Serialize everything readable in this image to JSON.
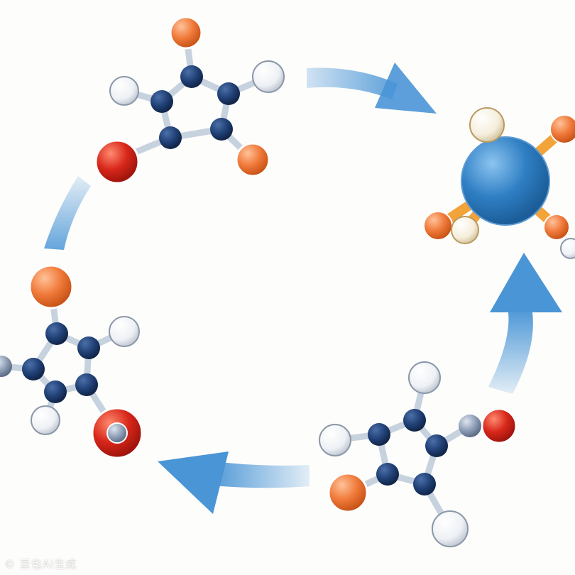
{
  "diagram": {
    "type": "reaction-cycle",
    "direction": "clockwise",
    "stages": 4,
    "colors": {
      "background": "#fdfdfb",
      "arrow": "#4a95d6",
      "ring_atom": "#1f3f74",
      "bond": "#c7d2df",
      "h_atom": "#eef1f5",
      "orange_atom": "#f07a3a",
      "red_atom": "#d8271a",
      "gray_atom": "#8c9db5",
      "central_atom": "#2f7fc4"
    }
  },
  "watermark": {
    "text": "© 豆包AI生成"
  }
}
